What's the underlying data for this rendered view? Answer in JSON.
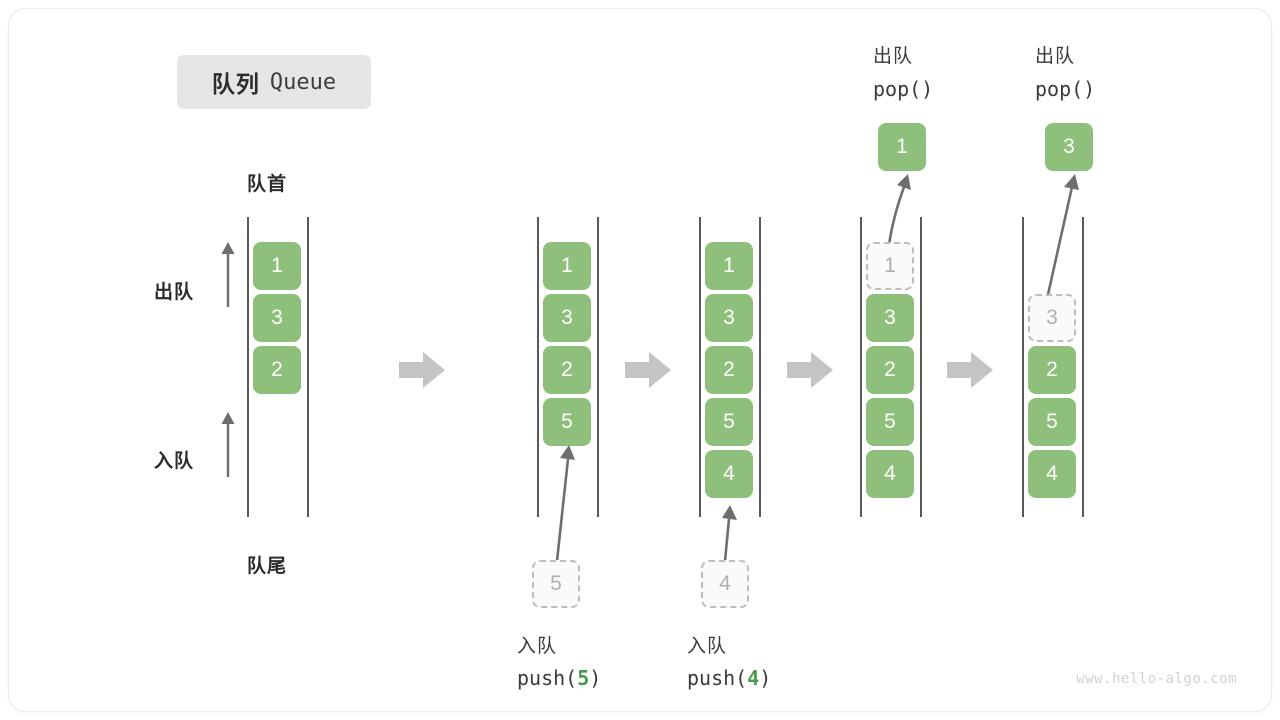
{
  "title": {
    "cn": "队列",
    "en": "Queue"
  },
  "labels": {
    "front": "队首",
    "rear": "队尾",
    "dequeue": "出队",
    "enqueue": "入队"
  },
  "colors": {
    "element": "#8ec07c",
    "ghost_border": "#bdbdbd",
    "ghost_text": "#b0b0b0",
    "rail": "#5a5a5a",
    "arrow": "#6e6e6e",
    "flow_arrow": "#c4c4c4",
    "badge_bg": "#e6e6e6",
    "code_accent": "#4a9b4a",
    "watermark": "#d2d2d2"
  },
  "stages": [
    {
      "id": "initial",
      "items": [
        "1",
        "3",
        "2"
      ],
      "ghost_top": null,
      "empty_top_slots": 0,
      "caption_cn": null,
      "caption_code": null,
      "pop_label_cn": null,
      "pop_label_code": null,
      "pop_value": null,
      "push_ghost": null
    },
    {
      "id": "after-push-5",
      "items": [
        "1",
        "3",
        "2",
        "5"
      ],
      "ghost_top": null,
      "empty_top_slots": 0,
      "caption_cn": "入队",
      "caption_code": "push(5)",
      "caption_code_pre": "push(",
      "caption_code_num": "5",
      "caption_code_post": ")",
      "push_ghost": "5",
      "pop_value": null
    },
    {
      "id": "after-push-4",
      "items": [
        "1",
        "3",
        "2",
        "5",
        "4"
      ],
      "ghost_top": null,
      "empty_top_slots": 0,
      "caption_cn": "入队",
      "caption_code": "push(4)",
      "caption_code_pre": "push(",
      "caption_code_num": "4",
      "caption_code_post": ")",
      "push_ghost": "4",
      "pop_value": null
    },
    {
      "id": "after-pop-1",
      "items": [
        "3",
        "2",
        "5",
        "4"
      ],
      "ghost_top": "1",
      "empty_top_slots": 0,
      "pop_label_cn": "出队",
      "pop_label_code": "pop()",
      "pop_value": "1",
      "push_ghost": null
    },
    {
      "id": "after-pop-3",
      "items": [
        "2",
        "5",
        "4"
      ],
      "ghost_top": "3",
      "empty_top_slots": 1,
      "pop_label_cn": "出队",
      "pop_label_code": "pop()",
      "pop_value": "3",
      "push_ghost": null
    }
  ],
  "watermark": "www.hello-algo.com"
}
